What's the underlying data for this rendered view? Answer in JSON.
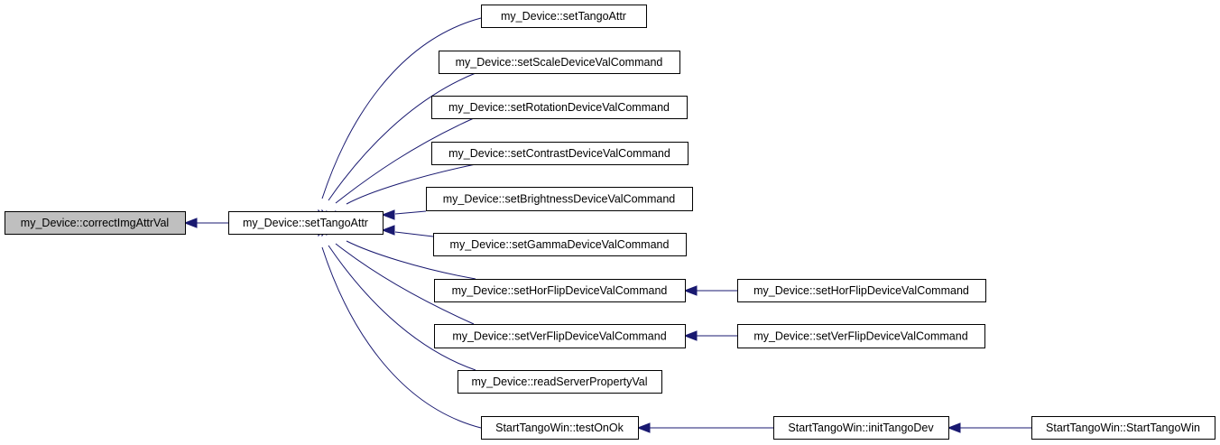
{
  "colors": {
    "highlight_fill": "#bfbfbf",
    "node_fill": "#ffffff",
    "node_border": "#000000",
    "edge": "#191970"
  },
  "nodes": [
    {
      "id": "correct",
      "label": "my_Device::correctImgAttrVal",
      "highlighted": true,
      "interactable": false
    },
    {
      "id": "center",
      "label": "my_Device::setTangoAttr",
      "interactable": true
    },
    {
      "id": "c1",
      "label": "my_Device::setTangoAttr",
      "interactable": true
    },
    {
      "id": "c2",
      "label": "my_Device::setScaleDeviceValCommand",
      "interactable": true
    },
    {
      "id": "c3",
      "label": "my_Device::setRotationDeviceValCommand",
      "interactable": true
    },
    {
      "id": "c4",
      "label": "my_Device::setContrastDeviceValCommand",
      "interactable": true
    },
    {
      "id": "c5",
      "label": "my_Device::setBrightnessDeviceValCommand",
      "interactable": true
    },
    {
      "id": "c6",
      "label": "my_Device::setGammaDeviceValCommand",
      "interactable": true
    },
    {
      "id": "c7",
      "label": "my_Device::setHorFlipDeviceValCommand",
      "interactable": true
    },
    {
      "id": "c8",
      "label": "my_Device::setVerFlipDeviceValCommand",
      "interactable": true
    },
    {
      "id": "c9",
      "label": "my_Device::readServerPropertyVal",
      "interactable": true
    },
    {
      "id": "c10",
      "label": "StartTangoWin::testOnOk",
      "interactable": true
    },
    {
      "id": "d7",
      "label": "my_Device::setHorFlipDeviceValCommand",
      "interactable": true
    },
    {
      "id": "d8",
      "label": "my_Device::setVerFlipDeviceValCommand",
      "interactable": true
    },
    {
      "id": "d10",
      "label": "StartTangoWin::initTangoDev",
      "interactable": true
    },
    {
      "id": "e10",
      "label": "StartTangoWin::StartTangoWin",
      "interactable": true
    }
  ],
  "edges": [
    {
      "from": "center",
      "to": "correct"
    },
    {
      "from": "c1",
      "to": "center"
    },
    {
      "from": "c2",
      "to": "center"
    },
    {
      "from": "c3",
      "to": "center"
    },
    {
      "from": "c4",
      "to": "center"
    },
    {
      "from": "c5",
      "to": "center"
    },
    {
      "from": "c6",
      "to": "center"
    },
    {
      "from": "c7",
      "to": "center"
    },
    {
      "from": "c8",
      "to": "center"
    },
    {
      "from": "c9",
      "to": "center"
    },
    {
      "from": "c10",
      "to": "center"
    },
    {
      "from": "d7",
      "to": "c7"
    },
    {
      "from": "d8",
      "to": "c8"
    },
    {
      "from": "d10",
      "to": "c10"
    },
    {
      "from": "e10",
      "to": "d10"
    }
  ]
}
